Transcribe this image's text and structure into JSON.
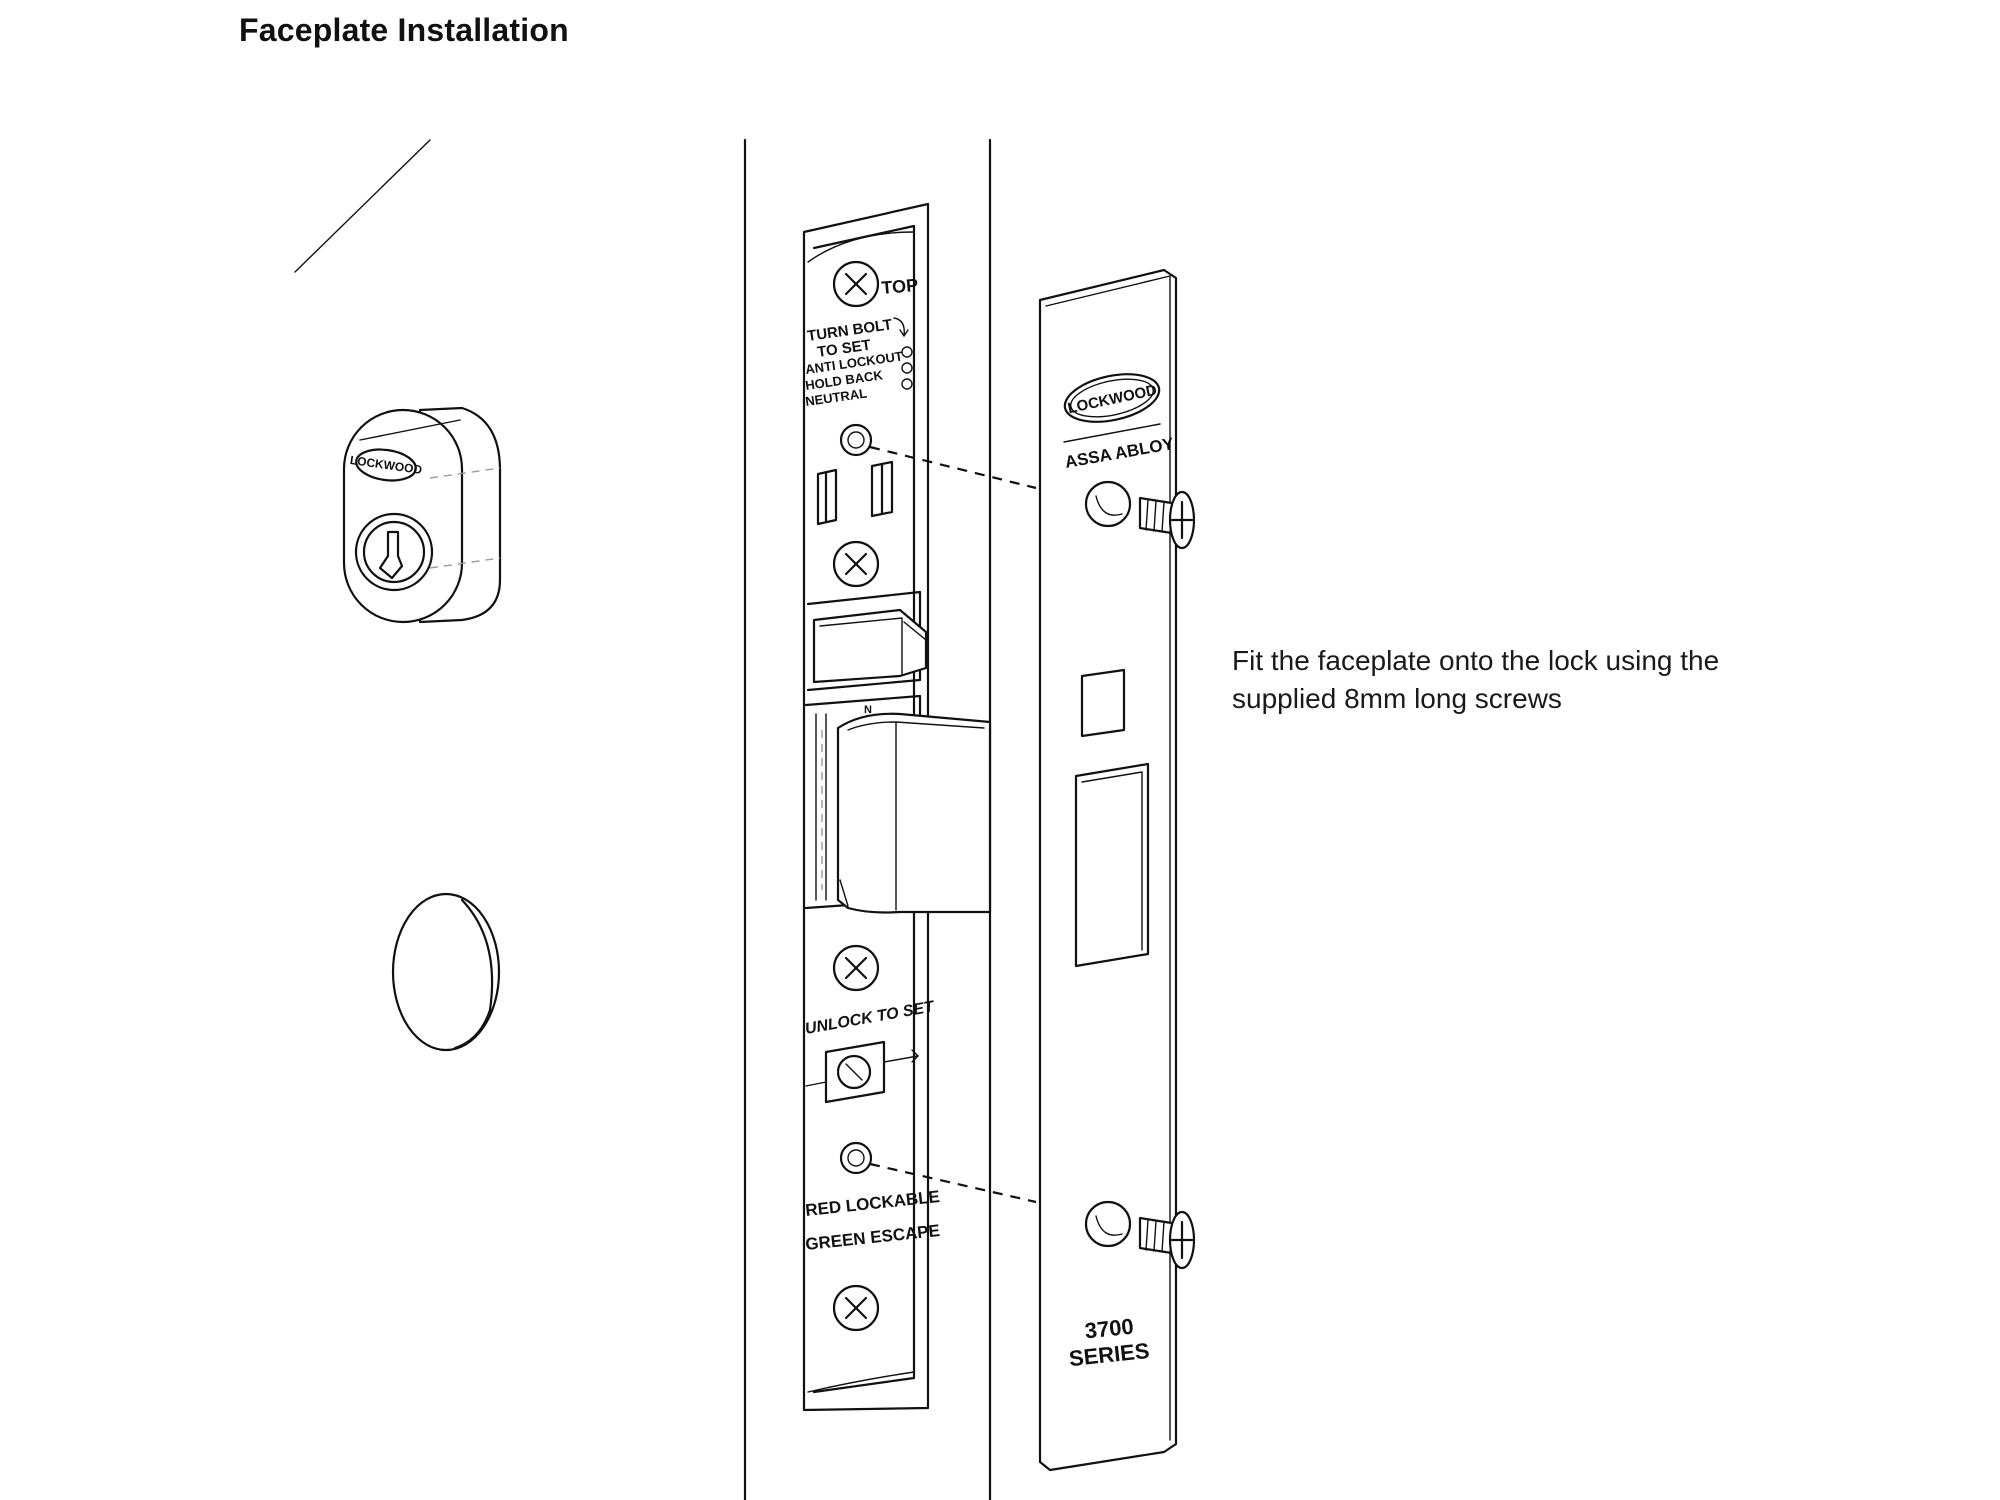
{
  "title": "Faceplate Installation",
  "instruction": {
    "line1": "Fit the faceplate onto the lock using the",
    "line2": "supplied 8mm long screws"
  },
  "lock_body": {
    "top_label": "TOP",
    "turn_bolt_1": "TURN BOLT",
    "turn_bolt_2": "TO SET",
    "mode_1": "ANTI LOCKOUT",
    "mode_2": "HOLD BACK",
    "mode_3": "NEUTRAL",
    "unlock_label": "UNLOCK TO SET",
    "latch_mark": "N",
    "red_label": "RED LOCKABLE",
    "green_label": "GREEN ESCAPE"
  },
  "faceplate": {
    "brand": "LOCKWOOD",
    "sub_brand": "ASSA ABLOY",
    "series_number": "3700",
    "series_word": "SERIES"
  },
  "cylinder": {
    "brand": "LOCKWOOD"
  },
  "icons": [
    "screw-icon",
    "cylinder-icon",
    "keyhole-icon",
    "arrow-icon"
  ]
}
